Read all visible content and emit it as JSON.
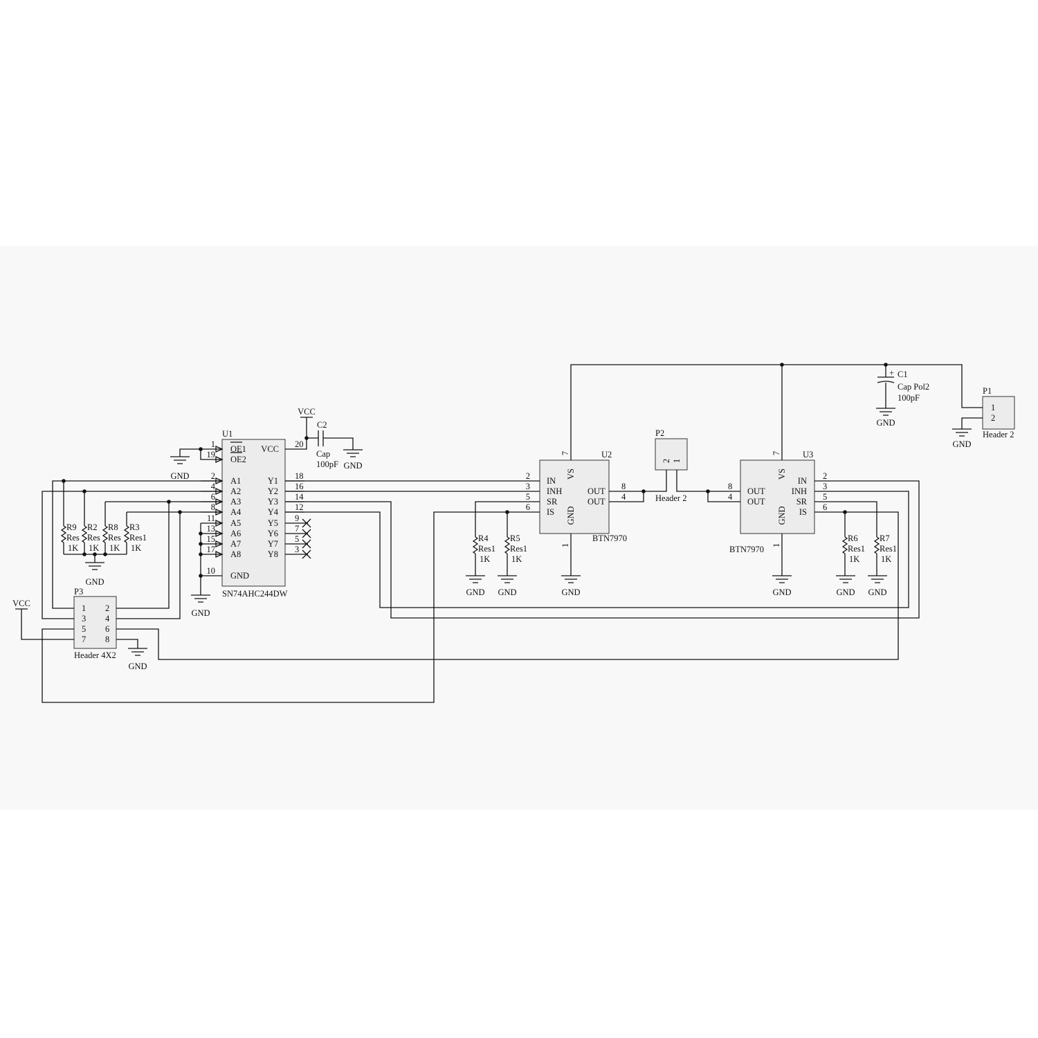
{
  "gnd_label": "GND",
  "vcc_label": "VCC",
  "u1": {
    "ref": "U1",
    "part": "SN74AHC244DW",
    "left": [
      {
        "num": "1",
        "name": "OE1"
      },
      {
        "num": "19",
        "name": "OE2"
      },
      {
        "num": "2",
        "name": "A1"
      },
      {
        "num": "4",
        "name": "A2"
      },
      {
        "num": "6",
        "name": "A3"
      },
      {
        "num": "8",
        "name": "A4"
      },
      {
        "num": "11",
        "name": "A5"
      },
      {
        "num": "13",
        "name": "A6"
      },
      {
        "num": "15",
        "name": "A7"
      },
      {
        "num": "17",
        "name": "A8"
      },
      {
        "num": "10",
        "name": "GND"
      }
    ],
    "right": [
      {
        "num": "20",
        "name": "VCC"
      },
      {
        "num": "18",
        "name": "Y1"
      },
      {
        "num": "16",
        "name": "Y2"
      },
      {
        "num": "14",
        "name": "Y3"
      },
      {
        "num": "12",
        "name": "Y4"
      },
      {
        "num": "9",
        "name": "Y5"
      },
      {
        "num": "7",
        "name": "Y6"
      },
      {
        "num": "5",
        "name": "Y7"
      },
      {
        "num": "3",
        "name": "Y8"
      }
    ]
  },
  "u2": {
    "ref": "U2",
    "part": "BTN7970",
    "pins": [
      {
        "num": "2",
        "name": "IN"
      },
      {
        "num": "3",
        "name": "INH"
      },
      {
        "num": "5",
        "name": "SR"
      },
      {
        "num": "6",
        "name": "IS"
      },
      {
        "num": "8",
        "name": "OUT"
      },
      {
        "num": "4",
        "name": "OUT"
      },
      {
        "num": "7",
        "name": "VS"
      },
      {
        "num": "1",
        "name": "GND"
      }
    ]
  },
  "u3": {
    "ref": "U3",
    "part": "BTN7970",
    "pins": [
      {
        "num": "2",
        "name": "IN"
      },
      {
        "num": "3",
        "name": "INH"
      },
      {
        "num": "5",
        "name": "SR"
      },
      {
        "num": "6",
        "name": "IS"
      },
      {
        "num": "8",
        "name": "OUT"
      },
      {
        "num": "4",
        "name": "OUT"
      },
      {
        "num": "7",
        "name": "VS"
      },
      {
        "num": "1",
        "name": "GND"
      }
    ]
  },
  "resistors": [
    {
      "ref": "R9",
      "type": "Res",
      "value": "1K"
    },
    {
      "ref": "R2",
      "type": "Res",
      "value": "1K"
    },
    {
      "ref": "R8",
      "type": "Res",
      "value": "1K"
    },
    {
      "ref": "R3",
      "type": "Res1",
      "value": "1K"
    },
    {
      "ref": "R4",
      "type": "Res1",
      "value": "1K"
    },
    {
      "ref": "R5",
      "type": "Res1",
      "value": "1K"
    },
    {
      "ref": "R6",
      "type": "Res1",
      "value": "1K"
    },
    {
      "ref": "R7",
      "type": "Res1",
      "value": "1K"
    }
  ],
  "c1": {
    "ref": "C1",
    "type": "Cap Pol2",
    "value": "100pF",
    "polarity": "+"
  },
  "c2": {
    "ref": "C2",
    "type": "Cap",
    "value": "100pF"
  },
  "p1": {
    "ref": "P1",
    "type": "Header 2",
    "pins": [
      "1",
      "2"
    ]
  },
  "p2": {
    "ref": "P2",
    "type": "Header 2",
    "pins": [
      "2",
      "1"
    ]
  },
  "p3": {
    "ref": "P3",
    "type": "Header 4X2",
    "pins": [
      "1",
      "2",
      "3",
      "4",
      "5",
      "6",
      "7",
      "8"
    ]
  }
}
